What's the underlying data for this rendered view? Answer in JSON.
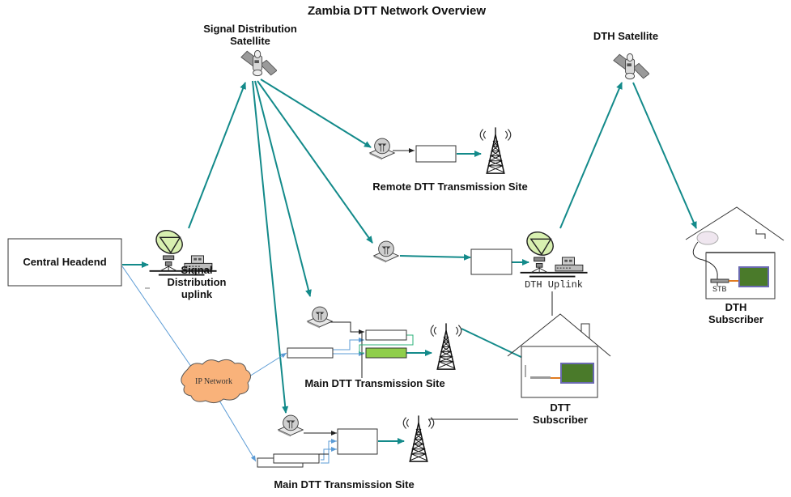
{
  "title": "Zambia DTT Network Overview",
  "nodes": {
    "signal_sat": {
      "label_line1": "Signal Distribution",
      "label_line2": "Satellite",
      "icon": "satellite-icon"
    },
    "dth_sat": {
      "label": "DTH Satellite",
      "icon": "satellite-icon"
    },
    "headend": {
      "label": "Central Headend"
    },
    "sd_uplink": {
      "label_line1": "Signal",
      "label_line2": "Distribution",
      "label_line3": "uplink",
      "icon": "uplink-dish-icon"
    },
    "remote_site": {
      "label": "Remote DTT Transmission Site"
    },
    "dth_uplink": {
      "label": "DTH Uplink",
      "icon": "uplink-dish-icon"
    },
    "dth_subscriber": {
      "label_line1": "DTH",
      "label_line2": "Subscriber",
      "stb_label": "STB",
      "icon": "house-icon"
    },
    "main_site_1": {
      "label": "Main DTT Transmission Site"
    },
    "main_site_2": {
      "label": "Main DTT Transmission Site"
    },
    "dtt_subscriber": {
      "label_line1": "DTT",
      "label_line2": "Subscriber",
      "icon": "house-icon"
    },
    "ip_network": {
      "label": "IP Network",
      "icon": "cloud-icon"
    }
  },
  "colors": {
    "satellite_link": "#138a8a",
    "ip_link": "#5b9bd5",
    "cloud_fill": "#f9b27a",
    "dish_fill": "#d8f0b0",
    "modulator_fill": "#8fce4a",
    "line": "#222222"
  }
}
